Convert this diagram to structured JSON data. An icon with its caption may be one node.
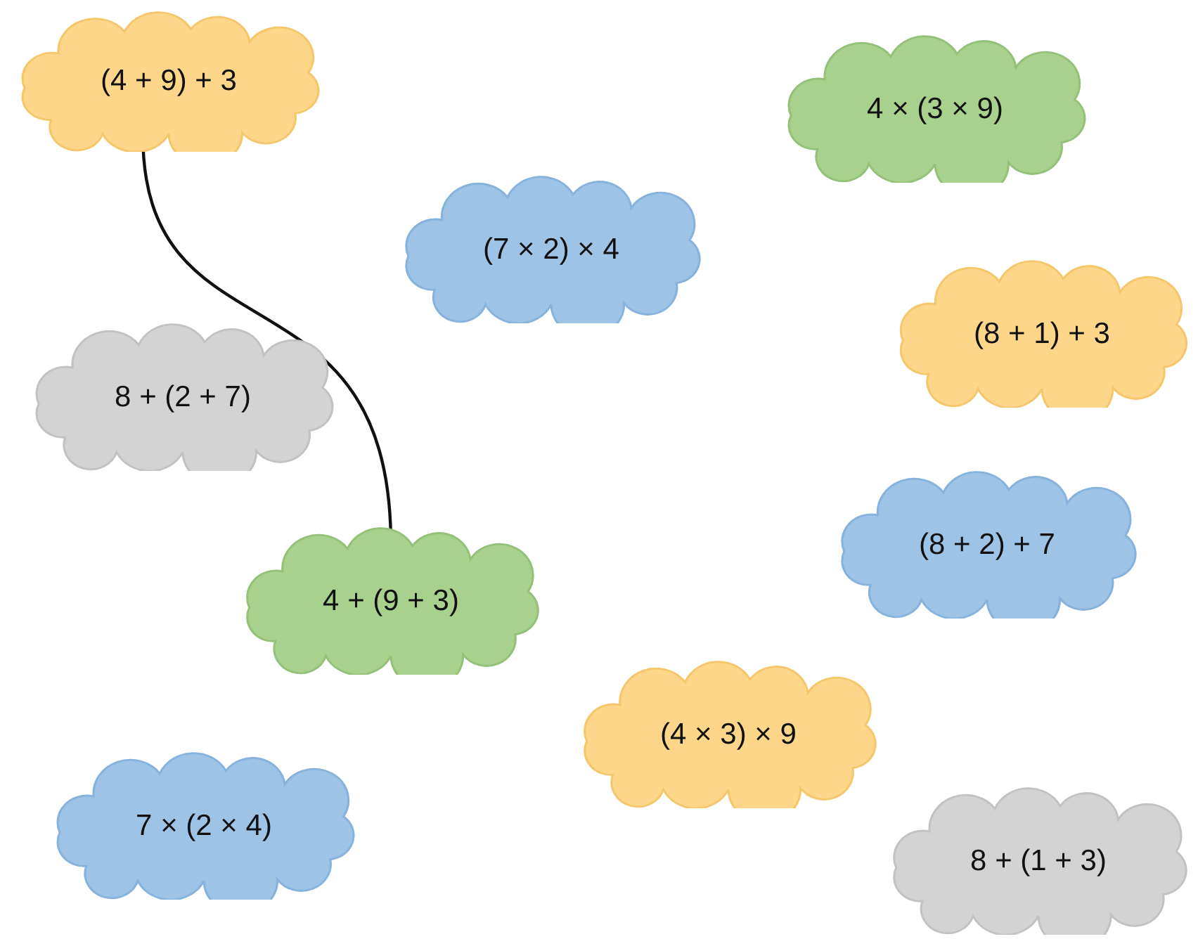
{
  "diagram": {
    "nodes": [
      {
        "text": [
          "(4 + 9) + 3"
        ]
      },
      {
        "text": [
          "4 × (3 × 9)"
        ]
      },
      {
        "text": [
          "(7 × 2) × 4"
        ]
      },
      {
        "text": [
          "(8 + 1) + 3"
        ]
      },
      {
        "text": [
          "8 + (2 + 7)"
        ]
      },
      {
        "text": [
          "(8 + 2) + 7"
        ]
      },
      {
        "text": [
          "4 + (9 + 3)"
        ]
      },
      {
        "text": [
          "(4 × 3) × 9"
        ]
      },
      {
        "text": [
          "7 × (2 × 4)"
        ]
      },
      {
        "text": [
          "8 + (1 + 3)"
        ]
      }
    ],
    "edges": [
      {
        "from": 0,
        "to": 6,
        "arrow": "none"
      }
    ]
  }
}
